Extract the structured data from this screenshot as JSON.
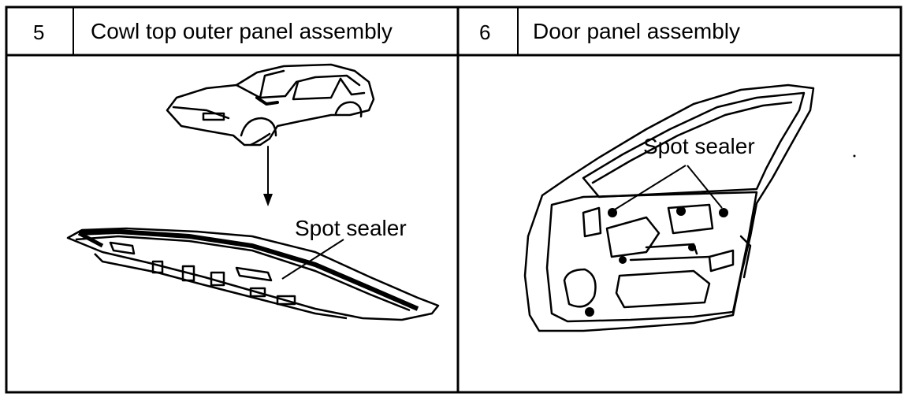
{
  "table": {
    "left": {
      "number": "5",
      "title": "Cowl top outer panel assembly",
      "callout": "Spot sealer"
    },
    "right": {
      "number": "6",
      "title": "Door panel assembly",
      "callout": "Spot sealer"
    }
  }
}
